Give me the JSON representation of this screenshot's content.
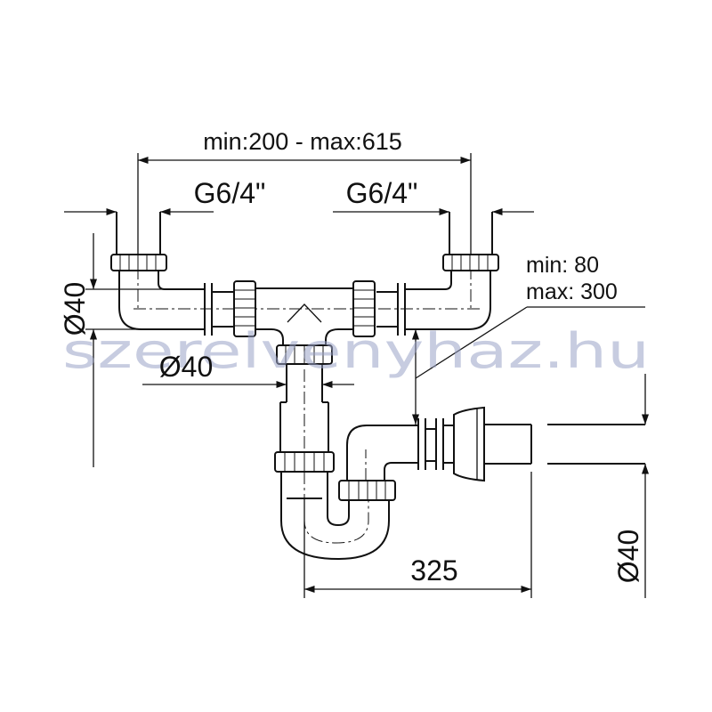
{
  "dimensions": {
    "span_range": "min:200 - max:615",
    "inlet_thread_left": "G6/4\"",
    "inlet_thread_right": "G6/4\"",
    "height_min": "min: 80",
    "height_max": "max: 300",
    "inlet_diameter": "Ø40",
    "tee_diameter": "Ø40",
    "outlet_diameter": "Ø40",
    "trap_width": "325"
  },
  "watermark": "szerelvenyhaz.hu"
}
